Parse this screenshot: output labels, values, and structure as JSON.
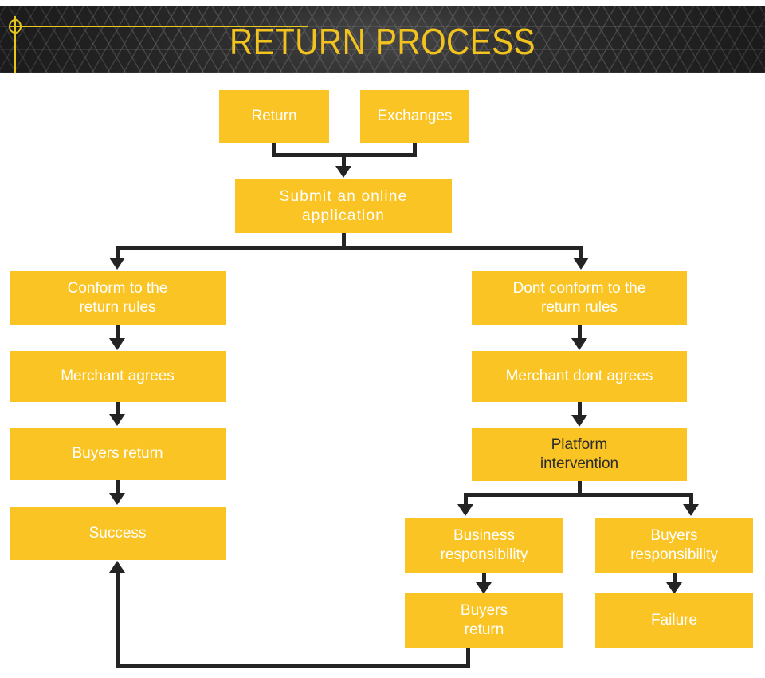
{
  "header": {
    "title": "RETURN PROCESS",
    "accent_color": "#E8C81E",
    "background_color": "#262626",
    "title_color": "#F2C21E"
  },
  "theme": {
    "node_fill": "#FAC424",
    "node_text": "#FFFFFF",
    "node_text_dark": "#2B2B2B",
    "connector": "#242424",
    "canvas": "#FFFFFF"
  },
  "flow": {
    "nodes": {
      "return": {
        "label": "Return"
      },
      "exchanges": {
        "label": "Exchanges"
      },
      "submit": {
        "label": "Submit an online\napplication"
      },
      "conform": {
        "label": "Conform to the\nreturn rules"
      },
      "merchant_agrees": {
        "label": "Merchant agrees"
      },
      "buyers_return_left": {
        "label": "Buyers return"
      },
      "success": {
        "label": "Success"
      },
      "dont_conform": {
        "label": "Dont conform to the\nreturn rules"
      },
      "merchant_dont_agrees": {
        "label": "Merchant dont agrees"
      },
      "platform_intervention": {
        "label": "Platform\nintervention"
      },
      "business_responsibility": {
        "label": "Business\nresponsibility"
      },
      "buyers_responsibility": {
        "label": "Buyers\nresponsibility"
      },
      "buyers_return_right": {
        "label": "Buyers\nreturn"
      },
      "failure": {
        "label": "Failure"
      }
    }
  }
}
